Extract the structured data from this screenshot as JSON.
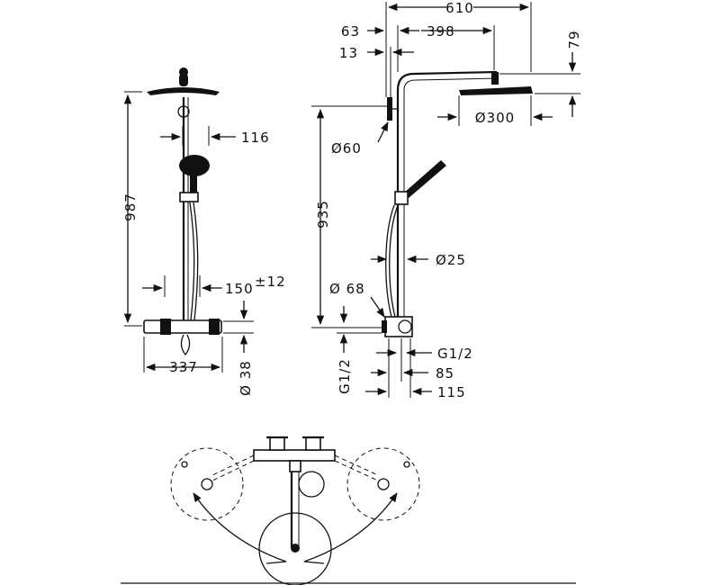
{
  "front_view": {
    "height_total": "987",
    "head_offset": "116",
    "wall_distance": "150",
    "wall_tolerance": "±12",
    "mixer_width": "337",
    "mixer_diameter": "Ø 38"
  },
  "side_view": {
    "arm_reach": "610",
    "arm_length": "398",
    "offset_63": "63",
    "offset_13": "13",
    "head_height": "79",
    "head_diameter": "Ø300",
    "rail_diameter": "Ø60",
    "height_935": "935",
    "hose_diameter": "Ø25",
    "flange_diameter": "Ø 68",
    "thread_left": "G1/2",
    "thread_right": "G1/2",
    "depth_85": "85",
    "depth_115": "115"
  },
  "colors": {
    "line": "#111111",
    "background": "#ffffff"
  }
}
